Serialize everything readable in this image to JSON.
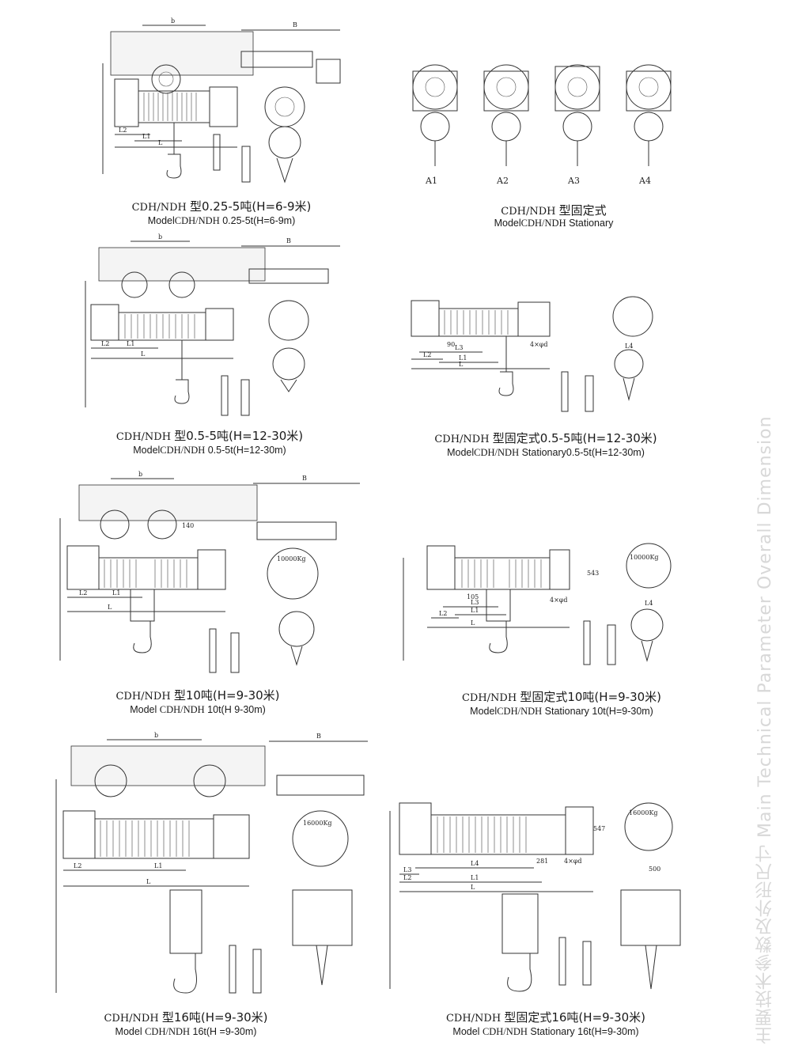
{
  "panels": [
    {
      "id": "p1",
      "dim_b": "b",
      "dim_B": "B",
      "labels": {
        "l1": "L1",
        "l2": "L2",
        "l": "L"
      },
      "caption": {
        "model": "CDH/NDH",
        "zh": "型0.25-5吨(H=6-9米)"
      },
      "subcaption": {
        "prefix": "Model",
        "model": "CDH/NDH",
        "rest": " 0.25-5t(H=6-9m)"
      }
    },
    {
      "id": "p2",
      "variants": [
        "A1",
        "A2",
        "A3",
        "A4"
      ],
      "caption": {
        "model": "CDH/NDH",
        "zh": "型固定式"
      },
      "subcaption": {
        "prefix": "Model",
        "model": "CDH/NDH",
        "rest": " Stationary"
      }
    },
    {
      "id": "p3",
      "dim_b": "b",
      "dim_B": "B",
      "labels": {
        "l1": "L1",
        "l2": "L2",
        "l": "L"
      },
      "caption": {
        "model": "CDH/NDH",
        "zh": "型0.5-5吨(H=12-30米)"
      },
      "subcaption": {
        "prefix": "Model",
        "model": "CDH/NDH",
        "rest": " 0.5-5t(H=12-30m)"
      }
    },
    {
      "id": "p4",
      "labels": {
        "l1": "L1",
        "l2": "L2",
        "l3": "L3",
        "l": "L",
        "l4": "L4",
        "d90": "90",
        "hole": "4×φd"
      },
      "caption": {
        "model": "CDH/NDH",
        "zh": "型固定式0.5-5吨(H=12-30米)"
      },
      "subcaption": {
        "prefix": "Model",
        "model": "CDH/NDH",
        "rest": " Stationary0.5-5t(H=12-30m)"
      }
    },
    {
      "id": "p5",
      "dim_b": "b",
      "dim_B": "B",
      "labels": {
        "l1": "L1",
        "l2": "L2",
        "l": "L",
        "d140": "140",
        "cap": "10000Kg"
      },
      "caption": {
        "model": "CDH/NDH",
        "zh": "型10吨(H=9-30米)"
      },
      "subcaption": {
        "prefix": "Model ",
        "model": "CDH/NDH",
        "rest": " 10t(H 9-30m)"
      }
    },
    {
      "id": "p6",
      "labels": {
        "l1": "L1",
        "l2": "L2",
        "l3": "L3",
        "l": "L",
        "l4": "L4",
        "d105": "105",
        "d543": "543",
        "hole": "4×φd",
        "cap": "10000Kg"
      },
      "caption": {
        "model": "CDH/NDH",
        "zh": "型固定式10吨(H=9-30米)"
      },
      "subcaption": {
        "prefix": "Model",
        "model": "CDH/NDH",
        "rest": " Stationary 10t(H=9-30m)"
      }
    },
    {
      "id": "p7",
      "dim_b": "b",
      "dim_B": "B",
      "labels": {
        "l1": "L1",
        "l2": "L2",
        "l": "L",
        "cap": "16000Kg"
      },
      "caption": {
        "model": "CDH/NDH",
        "zh": "型16吨(H=9-30米)"
      },
      "subcaption": {
        "prefix": "Model ",
        "model": "CDH/NDH",
        "rest": " 16t(H =9-30m)"
      }
    },
    {
      "id": "p8",
      "labels": {
        "l1": "L1",
        "l2": "L2",
        "l3": "L3",
        "l": "L",
        "l4": "L4",
        "d500": "500",
        "d547": "547",
        "d281": "281",
        "hole": "4×φd",
        "cap": "16000Kg"
      },
      "caption": {
        "model": "CDH/NDH",
        "zh": "型固定式16吨(H=9-30米)"
      },
      "subcaption": {
        "prefix": "Model ",
        "model": "CDH/NDH",
        "rest": " Stationary 16t(H=9-30m)"
      }
    }
  ],
  "side_watermark": "主要技术参数及外形尺寸 Main Technical Parameter Overall Dimension",
  "colors": {
    "line": "#333333",
    "paper": "#ffffff",
    "text": "#1a1a1a"
  }
}
